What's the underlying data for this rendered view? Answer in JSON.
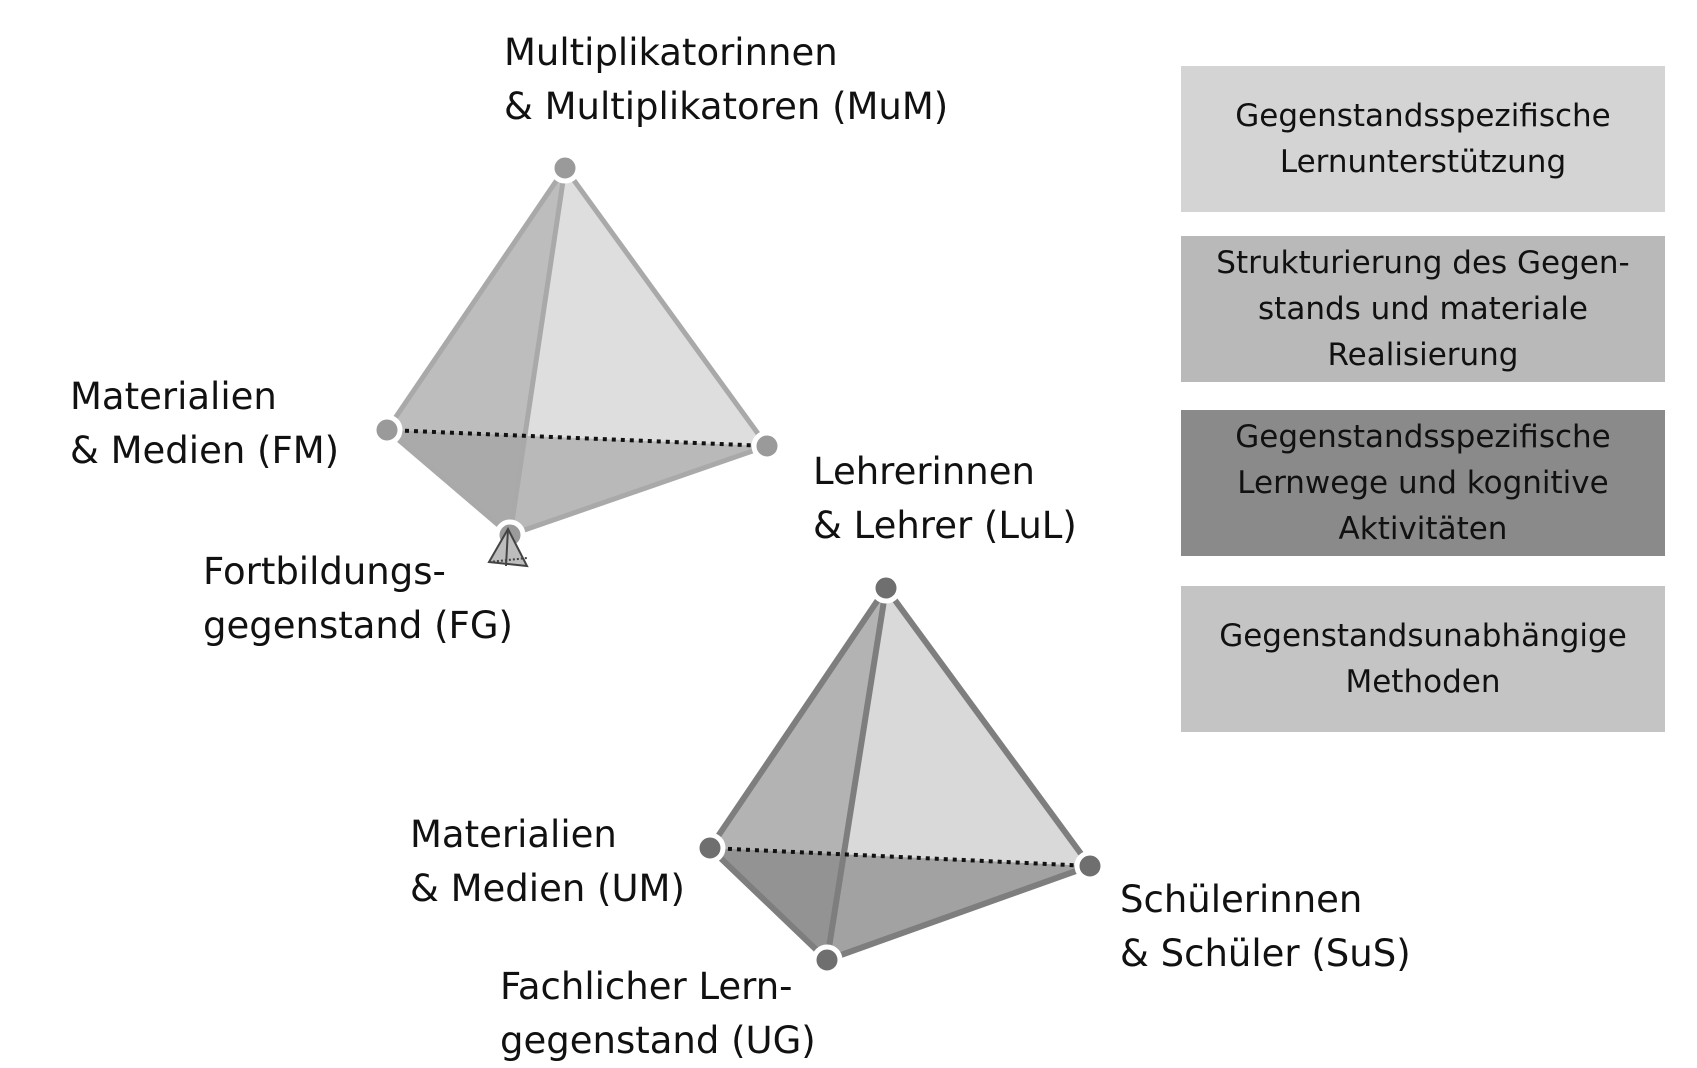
{
  "tetrahedra": [
    {
      "id": "fortbildung",
      "vertices": {
        "top": {
          "label_lines": [
            "Multiplikatorinnen",
            "& Multiplikatoren (MuM)"
          ]
        },
        "left": {
          "label_lines": [
            "Materialien",
            "& Medien (FM)"
          ]
        },
        "right": {
          "label_lines": [
            "Lehrerinnen",
            "& Lehrer (LuL)"
          ]
        },
        "front": {
          "label_lines": [
            "Fortbildungs-",
            "gegenstand (FG)"
          ]
        }
      }
    },
    {
      "id": "unterricht",
      "vertices": {
        "left": {
          "label_lines": [
            "Materialien",
            "& Medien (UM)"
          ]
        },
        "right": {
          "label_lines": [
            "Schülerinnen",
            "& Schüler (SuS)"
          ]
        },
        "front": {
          "label_lines": [
            "Fachlicher Lern-",
            "gegenstand (UG)"
          ]
        }
      }
    }
  ],
  "legend": [
    {
      "lines": [
        "Gegenstandsspezifische",
        "Lernunterstützung"
      ],
      "color": "#d4d4d4"
    },
    {
      "lines": [
        "Strukturierung des Gegen-",
        "stands und materiale",
        "Realisierung"
      ],
      "color": "#b9b9b9"
    },
    {
      "lines": [
        "Gegenstandsspezifische",
        "Lernwege und kognitive",
        "Aktivitäten"
      ],
      "color": "#8a8a8a"
    },
    {
      "lines": [
        "Gegenstandsunabhängige",
        "Methoden"
      ],
      "color": "#c4c4c4"
    }
  ]
}
